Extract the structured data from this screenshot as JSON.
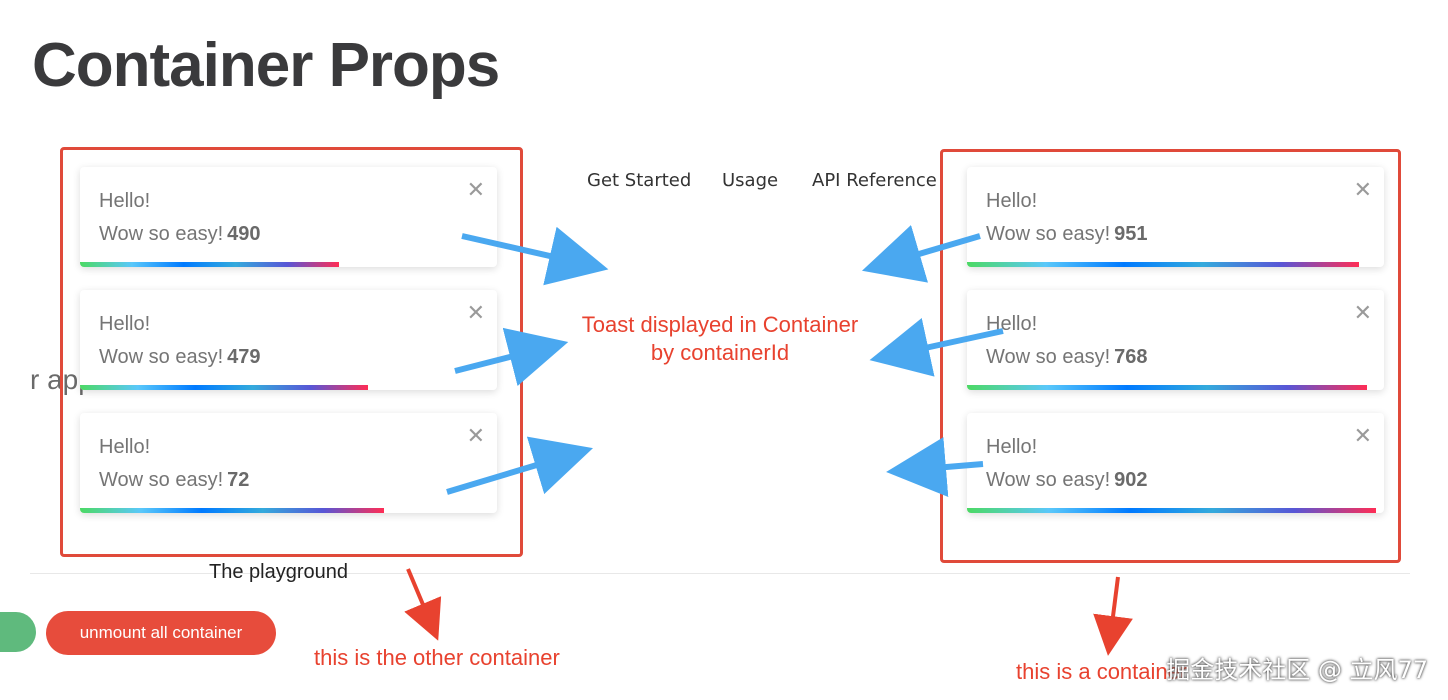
{
  "page": {
    "title": "Container Props"
  },
  "nav": {
    "items": [
      {
        "label": "Get Started"
      },
      {
        "label": "Usage"
      },
      {
        "label": "API Reference"
      }
    ]
  },
  "background_text": "r app with ease",
  "left_container": {
    "toasts": [
      {
        "title": "Hello!",
        "message": "Wow so easy!",
        "count": "490",
        "progress": 0.62,
        "close": "✕"
      },
      {
        "title": "Hello!",
        "message": "Wow so easy!",
        "count": "479",
        "progress": 0.69,
        "close": "✕"
      },
      {
        "title": "Hello!",
        "message": "Wow so easy!",
        "count": "72",
        "progress": 0.73,
        "close": "✕"
      }
    ]
  },
  "right_container": {
    "toasts": [
      {
        "title": "Hello!",
        "message": "Wow so easy!",
        "count": "951",
        "progress": 0.94,
        "close": "✕"
      },
      {
        "title": "Hello!",
        "message": "Wow so easy!",
        "count": "768",
        "progress": 0.96,
        "close": "✕"
      },
      {
        "title": "Hello!",
        "message": "Wow so easy!",
        "count": "902",
        "progress": 0.98,
        "close": "✕"
      }
    ]
  },
  "annotations": {
    "center_line1": "Toast displayed in Container",
    "center_line2": "by containerId",
    "other_container": "this is the other container",
    "a_container": "this is a container"
  },
  "playground": {
    "label": "The playground"
  },
  "buttons": {
    "unmount": "unmount all container"
  },
  "watermark": "掘金技术社区 @ 立风77",
  "colors": {
    "annotation_red": "#e8422f",
    "arrow_blue": "#4aa8f0",
    "button_red": "#e74c3c",
    "pill_green": "#5fba7d"
  }
}
